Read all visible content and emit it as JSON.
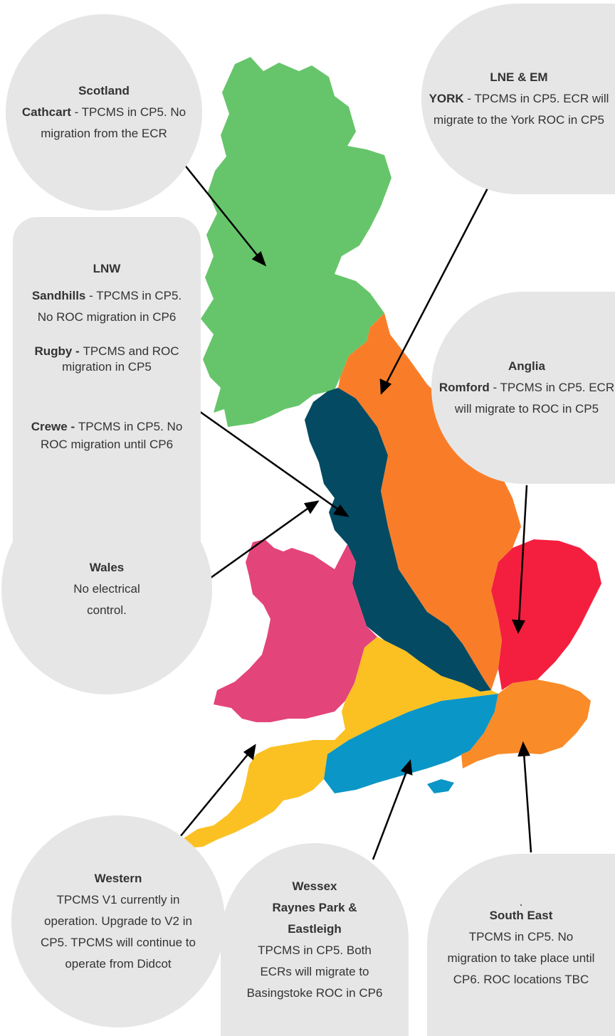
{
  "regions": {
    "scotland": {
      "title": "Scotland",
      "name": "Cathcart",
      "desc": " - TPCMS in CP5. No migration from the ECR"
    },
    "lne": {
      "title": "LNE & EM",
      "name": "YORK",
      "desc": " - TPCMS in CP5. ECR will migrate to the York ROC in CP5"
    },
    "lnw": {
      "title": "LNW",
      "items": [
        {
          "name": "Sandhills",
          "desc": " - TPCMS in CP5.  No ROC migration in CP6"
        },
        {
          "name": "Rugby - ",
          "desc": "TPCMS and ROC migration in CP5"
        },
        {
          "name": "Crewe - ",
          "desc": "TPCMS in CP5. No ROC migration until CP6"
        }
      ]
    },
    "anglia": {
      "title": "Anglia",
      "name": "Romford",
      "desc": " - TPCMS in CP5. ECR will migrate to ROC in CP5"
    },
    "wales": {
      "title": "Wales",
      "desc": "No electrical control."
    },
    "western": {
      "title": "Western",
      "desc": "TPCMS V1 currently in operation. Upgrade to V2 in CP5. TPCMS will continue to operate from Didcot"
    },
    "wessex": {
      "title": "Wessex",
      "subtitle": "Raynes Park & Eastleigh",
      "desc": "TPCMS in CP5. Both ECRs will migrate to Basingstoke ROC in CP6"
    },
    "southeast": {
      "dot": ".",
      "title": "South East",
      "desc": "TPCMS in CP5. No migration to take place until CP6. ROC locations TBC"
    }
  },
  "colors": {
    "scotland": "#66c56a",
    "lne": "#f97d28",
    "lnw": "#034a62",
    "anglia": "#f41f3f",
    "wales": "#e3447a",
    "western": "#fbc123",
    "wessex": "#0a96c6",
    "southeast": "#f98b28",
    "bubble": "#e6e6e6"
  }
}
